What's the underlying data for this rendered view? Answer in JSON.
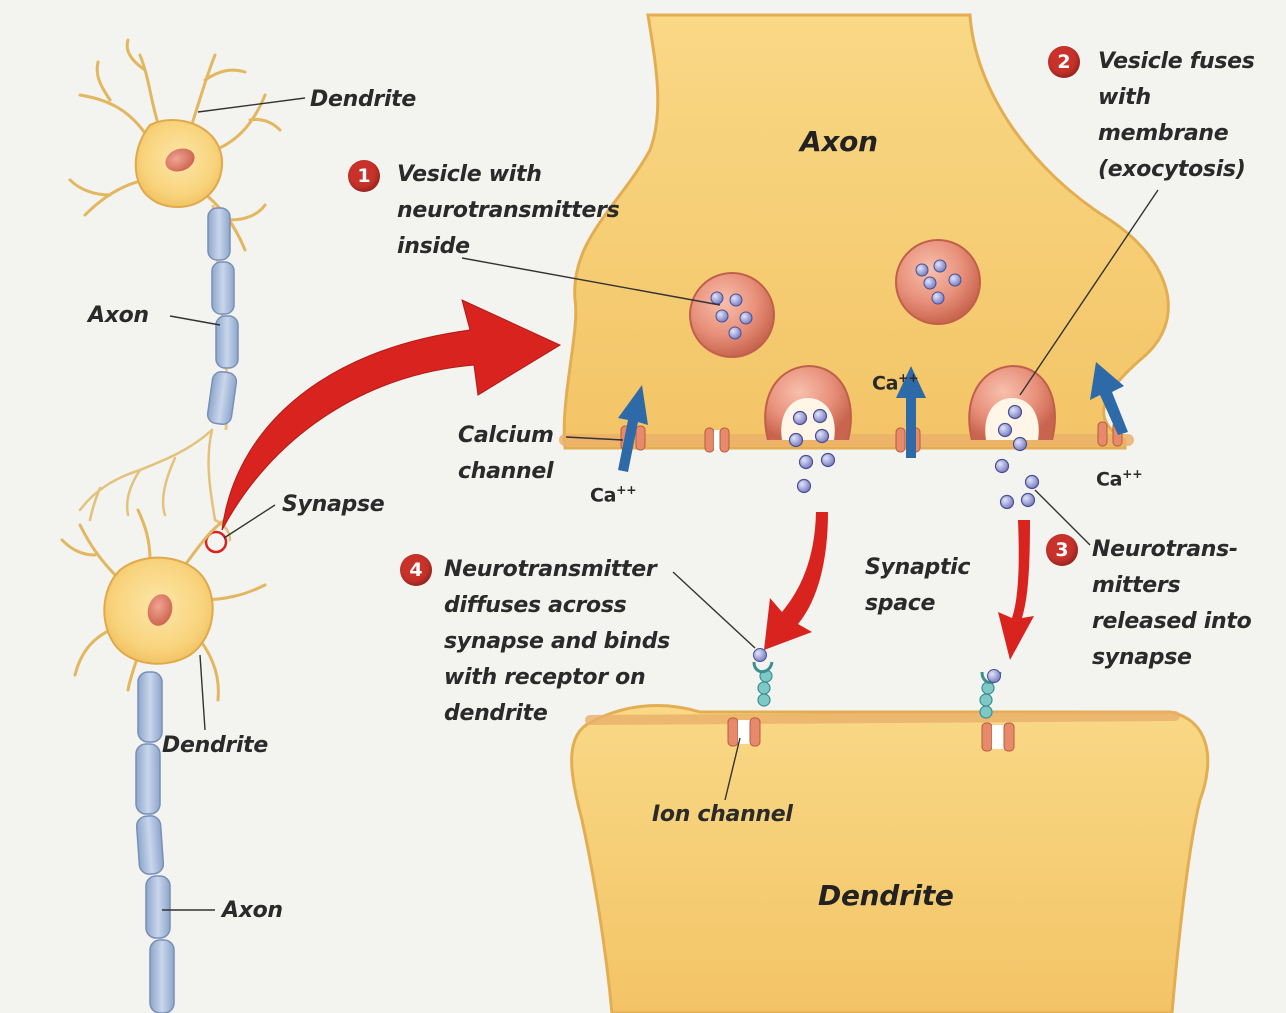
{
  "labels": {
    "dendrite_top": "Dendrite",
    "axon_left_top": "Axon",
    "synapse": "Synapse",
    "dendrite_mid": "Dendrite",
    "axon_left_bottom": "Axon",
    "axon_main": "Axon",
    "dendrite_main": "Dendrite",
    "calcium_channel": [
      "Calcium",
      "channel"
    ],
    "ca_left": "Ca",
    "ca_mid": "Ca",
    "ca_right": "Ca",
    "ca_superscript": "++",
    "synaptic_space": [
      "Synaptic",
      "space"
    ],
    "ion_channel": "Ion channel"
  },
  "steps": [
    {
      "number": "1",
      "lines": [
        "Vesicle with",
        "neurotransmitters",
        "inside"
      ]
    },
    {
      "number": "2",
      "lines": [
        "Vesicle fuses",
        "with",
        "membrane",
        "(exocytosis)"
      ]
    },
    {
      "number": "3",
      "lines": [
        "Neurotrans-",
        "mitters",
        "released into",
        "synapse"
      ]
    },
    {
      "number": "4",
      "lines": [
        "Neurotransmitter",
        "diffuses across",
        "synapse and binds",
        "with receptor on",
        "dendrite"
      ]
    }
  ],
  "colors": {
    "cell_body": "#f7d27a",
    "cell_edge": "#e0a94a",
    "nucleus": "#dd8070",
    "myelin": "#a9bcd9",
    "vesicle": "#e48a72",
    "neurotransmitter": "#8f94cf",
    "receptor": "#7ec8c8",
    "red_arrow": "#d8231f",
    "blue_arrow": "#2f6aa8",
    "step_badge": "#c8322a"
  }
}
